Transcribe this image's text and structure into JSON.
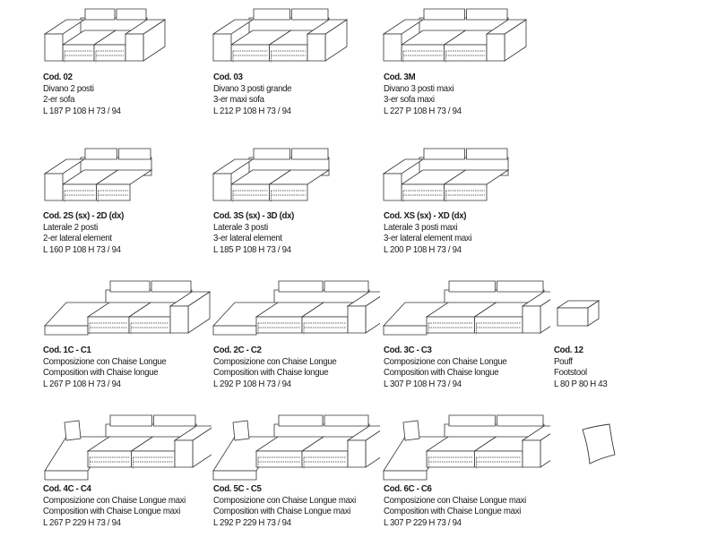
{
  "items": [
    {
      "code": "Cod. 02",
      "it": "Divano 2 posti",
      "en": "2-er sofa",
      "dims": "L 187  P 108  H 73 / 94",
      "icon": "sofa-2-seat-icon"
    },
    {
      "code": "Cod. 03",
      "it": "Divano 3 posti grande",
      "en": "3-er maxi sofa",
      "dims": "L 212  P 108  H 73 / 94",
      "icon": "sofa-3-seat-icon"
    },
    {
      "code": "Cod. 3M",
      "it": "Divano 3 posti maxi",
      "en": "3-er sofa maxi",
      "dims": "L 227  P 108  H 73 / 94",
      "icon": "sofa-3-seat-maxi-icon"
    },
    {
      "code": "Cod. 2S (sx) - 2D (dx)",
      "it": "Laterale 2 posti",
      "en": "2-er lateral element",
      "dims": "L 160  P 108  H 73 / 94",
      "icon": "lateral-2-seat-icon"
    },
    {
      "code": "Cod. 3S (sx) - 3D (dx)",
      "it": "Laterale 3 posti",
      "en": "3-er lateral element",
      "dims": "L 185  P 108  H 73 / 94",
      "icon": "lateral-3-seat-icon"
    },
    {
      "code": "Cod. XS (sx) - XD (dx)",
      "it": "Laterale 3 posti maxi",
      "en": "3-er lateral element maxi",
      "dims": "L 200  P 108  H 73 / 94",
      "icon": "lateral-3-seat-maxi-icon"
    },
    {
      "code": "Cod. 1C - C1",
      "it": "Composizione con Chaise Longue",
      "en": "Composition with Chaise longue",
      "dims": "L 267  P 108  H 73 / 94",
      "icon": "chaise-composition-icon"
    },
    {
      "code": "Cod. 2C - C2",
      "it": "Composizione con Chaise Longue",
      "en": "Composition with Chaise longue",
      "dims": "L 292  P 108  H 73 / 94",
      "icon": "chaise-composition-icon"
    },
    {
      "code": "Cod. 3C - C3",
      "it": "Composizione con Chaise Longue",
      "en": "Composition with Chaise longue",
      "dims": "L 307  P 108  H 73 / 94",
      "icon": "chaise-composition-icon"
    },
    {
      "code": "Cod. 12",
      "it": "Pouff",
      "en": "Footstool",
      "dims": "L 80  P 80  H 43",
      "icon": "pouf-icon"
    },
    {
      "code": "Cod. 4C - C4",
      "it": "Composizione con Chaise Longue maxi",
      "en": "Composition with Chaise Longue maxi",
      "dims": "L 267  P 229 H 73 / 94",
      "icon": "chaise-maxi-composition-icon"
    },
    {
      "code": "Cod. 5C - C5",
      "it": "Composizione con Chaise Longue maxi",
      "en": "Composition with Chaise Longue maxi",
      "dims": "L 292  P 229 H 73 / 94",
      "icon": "chaise-maxi-composition-icon"
    },
    {
      "code": "Cod. 6C - C6",
      "it": "Composizione con Chaise Longue maxi",
      "en": "Composition with Chaise Longue maxi",
      "dims": "L 307  P 229 H 73 / 94",
      "icon": "chaise-maxi-composition-icon"
    }
  ],
  "extras": [
    {
      "icon": "cushion-icon"
    }
  ]
}
